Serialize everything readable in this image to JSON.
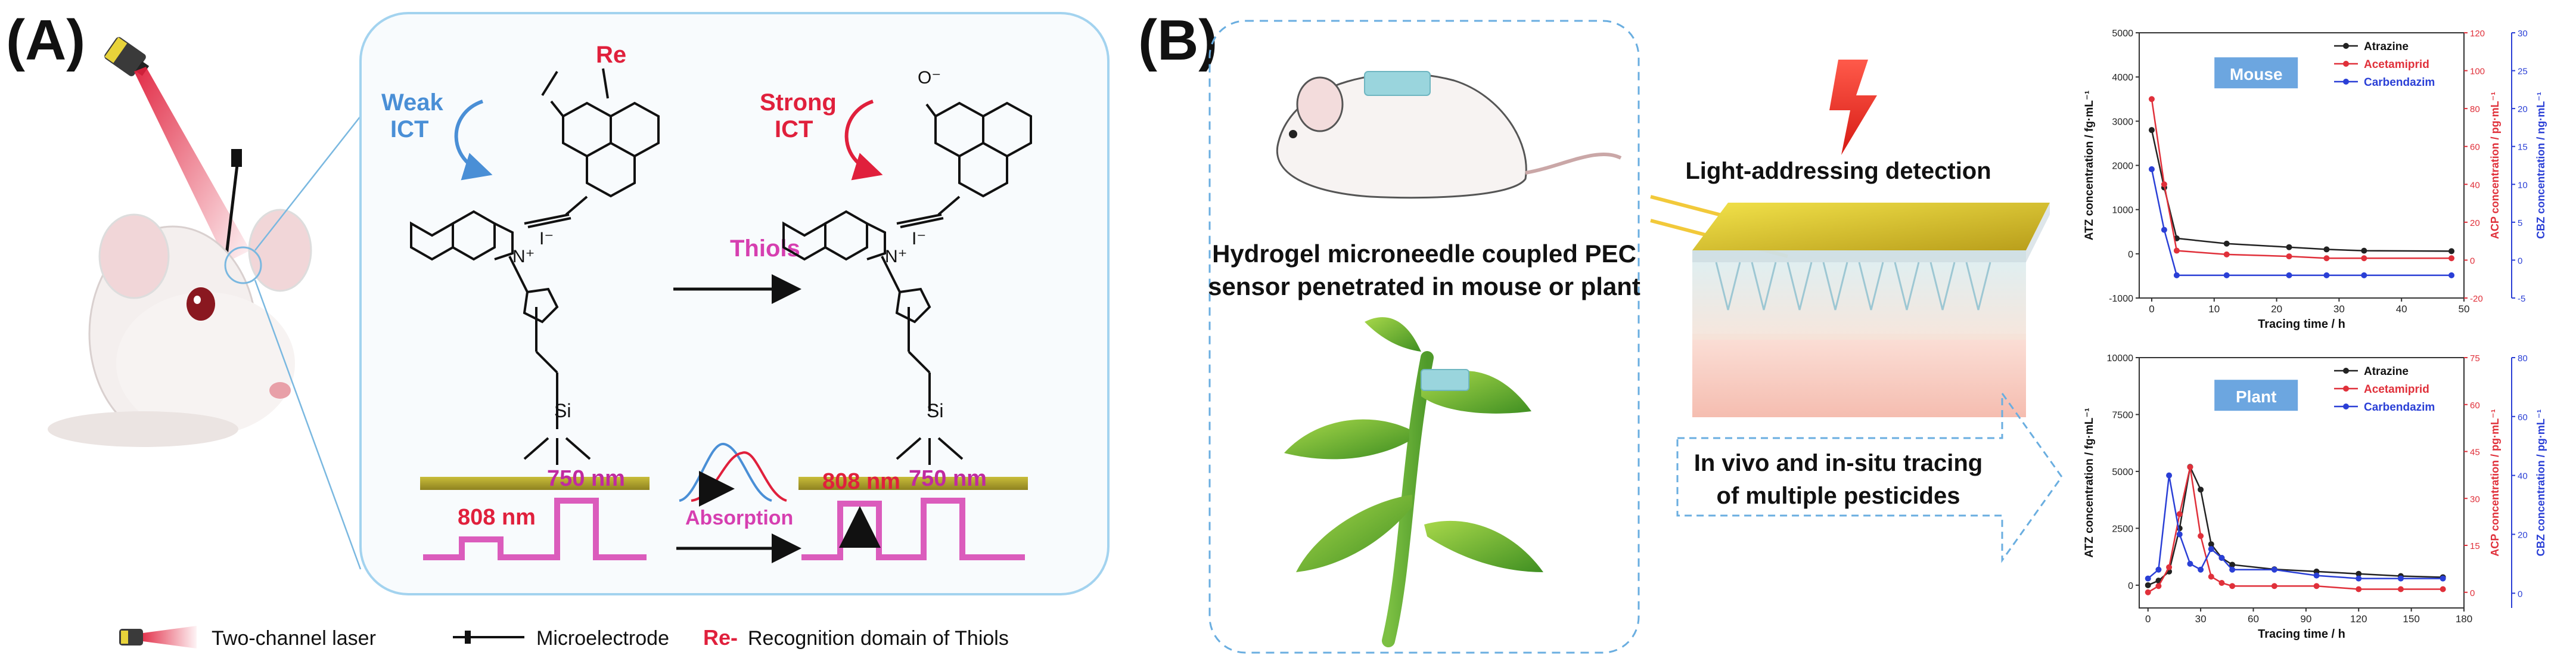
{
  "panel_a": {
    "label": "(A)",
    "weak_ict": [
      "Weak",
      "ICT"
    ],
    "strong_ict": [
      "Strong",
      "ICT"
    ],
    "re_label": "Re",
    "thiols": "Thiols",
    "absorption": "Absorption",
    "wl_808": "808 nm",
    "wl_750": "750 nm",
    "legend": {
      "laser": "Two-channel laser",
      "electrode": "Microelectrode",
      "re_prefix": "Re-",
      "re_text": "Recognition domain of Thiols"
    },
    "colors": {
      "weak": "#4a8fd6",
      "strong": "#e0203c",
      "pulse": "#d63fb0",
      "gold": "#b3a52a"
    }
  },
  "panel_b": {
    "label": "(B)",
    "sensor_text": [
      "Hydrogel microneedle coupled PEC",
      "sensor penetrated in mouse or plant"
    ],
    "light_text": "Light-addressing detection",
    "tracing_text": [
      "In vivo and in-situ tracing",
      "of multiple pesticides"
    ]
  },
  "chart_data": [
    {
      "type": "line",
      "title": "Mouse",
      "xlabel": "Tracing time / h",
      "ylabels": [
        "ATZ concentration / fg·mL⁻¹",
        "ACP concentration / pg·mL⁻¹",
        "CBZ concentration / ng·mL⁻¹"
      ],
      "xlim": [
        -2,
        50
      ],
      "xticks": [
        0,
        10,
        20,
        30,
        40,
        50
      ],
      "ylim_left": [
        -1000,
        5000
      ],
      "yticks_left": [
        -1000,
        0,
        1000,
        2000,
        3000,
        4000,
        5000
      ],
      "ylim_right1": [
        -20,
        120
      ],
      "yticks_right1": [
        -20,
        0,
        20,
        40,
        60,
        80,
        100,
        120
      ],
      "ylim_right2": [
        -5,
        30
      ],
      "yticks_right2": [
        -5,
        0,
        5,
        10,
        15,
        20,
        25,
        30
      ],
      "x": [
        0,
        2,
        4,
        12,
        22,
        28,
        34,
        48
      ],
      "series": [
        {
          "name": "Atrazine",
          "color": "#222222",
          "axis": "left",
          "values": [
            2800,
            1500,
            350,
            230,
            150,
            100,
            70,
            60
          ]
        },
        {
          "name": "Acetamiprid",
          "color": "#e0303a",
          "axis": "right1",
          "values": [
            85,
            40,
            5,
            3,
            2,
            1,
            1,
            1
          ]
        },
        {
          "name": "Carbendazim",
          "color": "#2a3fd6",
          "axis": "right2",
          "values": [
            12,
            4,
            -2,
            -2,
            -2,
            -2,
            -2,
            -2
          ]
        }
      ]
    },
    {
      "type": "line",
      "title": "Plant",
      "xlabel": "Tracing time / h",
      "ylabels": [
        "ATZ concentration / fg·mL⁻¹",
        "ACP concentration / pg·mL⁻¹",
        "CBZ concentration / pg·mL⁻¹"
      ],
      "xlim": [
        -5,
        180
      ],
      "xticks": [
        0,
        30,
        60,
        90,
        120,
        150,
        180
      ],
      "ylim_left": [
        -1000,
        10000
      ],
      "yticks_left": [
        0,
        2500,
        5000,
        7500,
        10000
      ],
      "ylim_right1": [
        -5,
        75
      ],
      "yticks_right1": [
        0,
        15,
        30,
        45,
        60,
        75
      ],
      "ylim_right2": [
        -5,
        80
      ],
      "yticks_right2": [
        0,
        20,
        40,
        60,
        80
      ],
      "x": [
        0,
        6,
        12,
        18,
        24,
        30,
        36,
        42,
        48,
        72,
        96,
        120,
        144,
        168
      ],
      "series": [
        {
          "name": "Atrazine",
          "color": "#222222",
          "axis": "left",
          "values": [
            0,
            200,
            600,
            2500,
            5200,
            4200,
            1800,
            1200,
            900,
            700,
            600,
            500,
            400,
            350
          ]
        },
        {
          "name": "Acetamiprid",
          "color": "#e0303a",
          "axis": "right1",
          "values": [
            0,
            2,
            8,
            25,
            40,
            18,
            5,
            3,
            2,
            2,
            2,
            1,
            1,
            1
          ]
        },
        {
          "name": "Carbendazim",
          "color": "#2a3fd6",
          "axis": "right2",
          "values": [
            5,
            8,
            40,
            20,
            10,
            8,
            15,
            12,
            8,
            8,
            6,
            5,
            5,
            5
          ]
        }
      ]
    }
  ]
}
